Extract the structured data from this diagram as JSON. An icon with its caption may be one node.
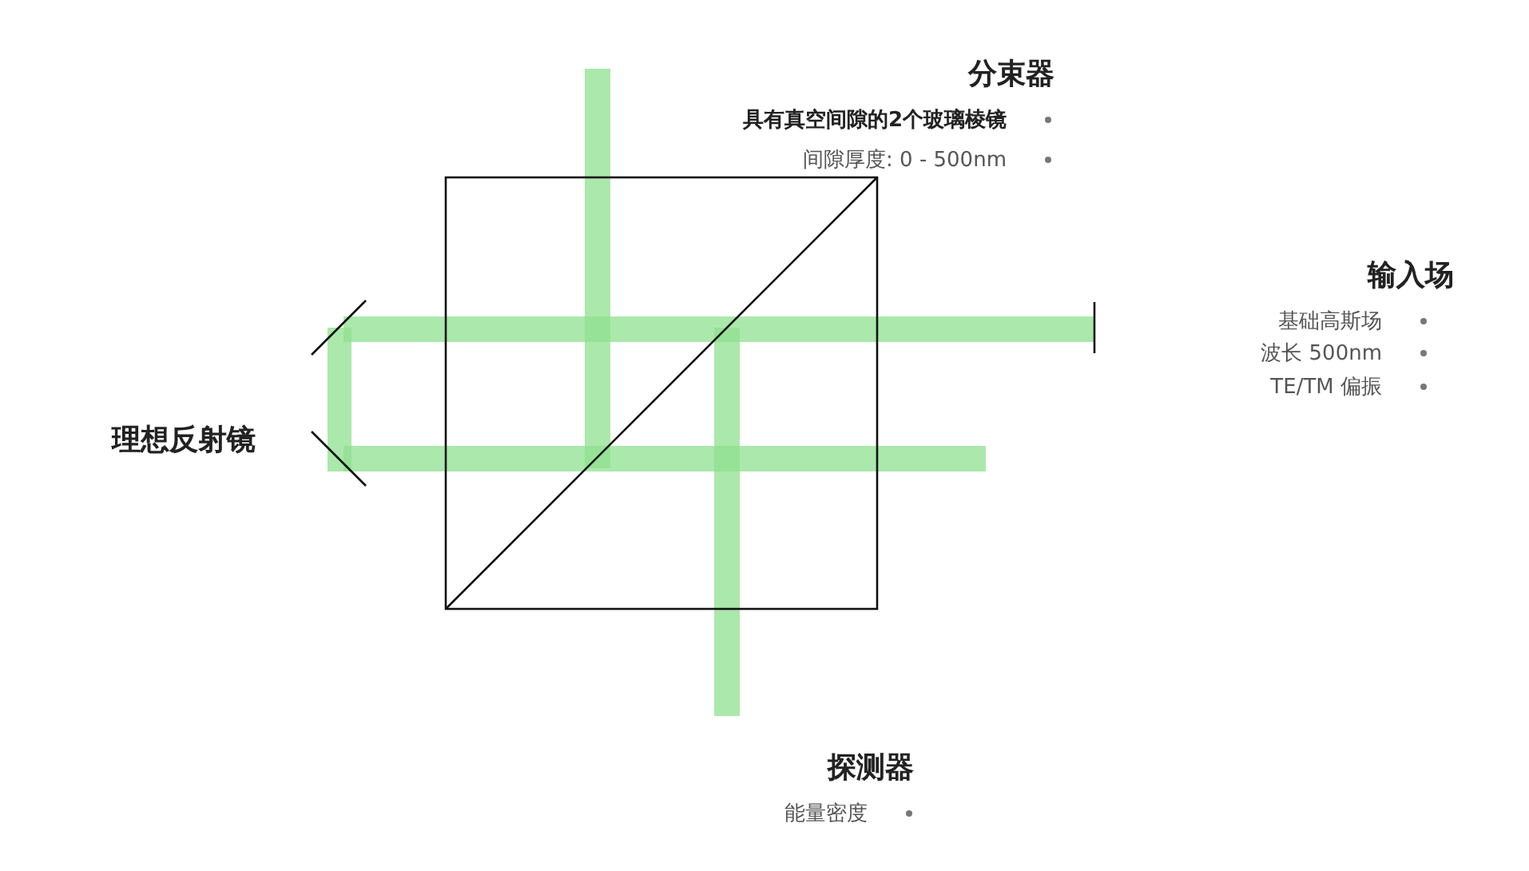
{
  "diagram": {
    "labels": [
      "分束器",
      "具有真空间隙的2个玻璃棱镜",
      "间隙厚度: 0 - 500nm",
      "输入场",
      "基础高斯场",
      "波长 500nm",
      "TE/TM 偏振",
      "理想反射镜",
      "探测器",
      "能量密度"
    ]
  }
}
